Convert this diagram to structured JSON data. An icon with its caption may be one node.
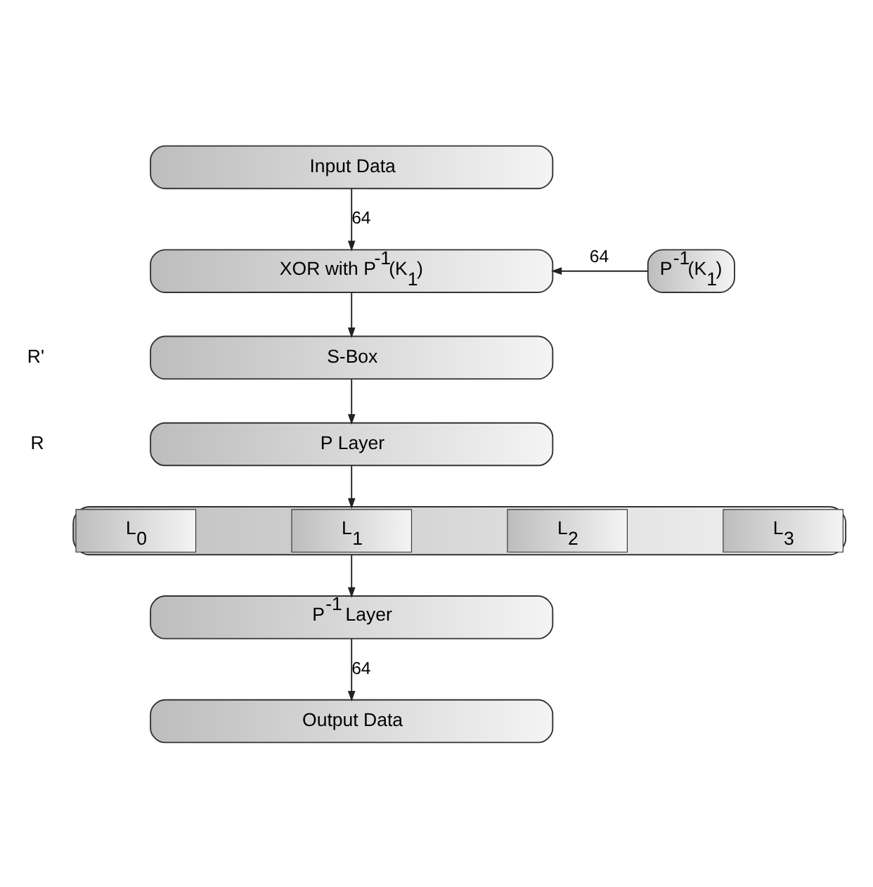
{
  "diagram": {
    "nodes": [
      {
        "text": [
          "Input Data"
        ]
      },
      {
        "text": [
          "XOR with P$^{-1}$(K$_{1}$)"
        ]
      },
      {
        "text": [
          "S-Box"
        ]
      },
      {
        "text": [
          "P Layer"
        ]
      },
      {
        "text": [],
        "shape": "bar"
      },
      {
        "text": [
          "L$_{0}$"
        ],
        "in": 4
      },
      {
        "text": [
          "L$_{1}$"
        ],
        "in": 4
      },
      {
        "text": [
          "L$_{2}$"
        ],
        "in": 4
      },
      {
        "text": [
          "L$_{3}$"
        ],
        "in": 4
      },
      {
        "text": [
          "P$^{-1}$ Layer"
        ]
      },
      {
        "text": [
          "Output Data"
        ]
      },
      {
        "text": [
          "P$^{-1}$(K$_{1}$)"
        ]
      }
    ],
    "edges": [
      {
        "from": 0,
        "to": 1,
        "arrow": "to",
        "label": "64"
      },
      {
        "from": 11,
        "to": 1,
        "arrow": "to",
        "label": "64"
      },
      {
        "from": 1,
        "to": 2,
        "arrow": "to"
      },
      {
        "from": 2,
        "to": 3,
        "arrow": "to"
      },
      {
        "from": 3,
        "to": 4,
        "arrow": "to"
      },
      {
        "from": 4,
        "to": 9,
        "arrow": "to"
      },
      {
        "from": 9,
        "to": 10,
        "arrow": "to",
        "label": "64"
      }
    ],
    "labels": [
      "R'",
      "R"
    ]
  }
}
